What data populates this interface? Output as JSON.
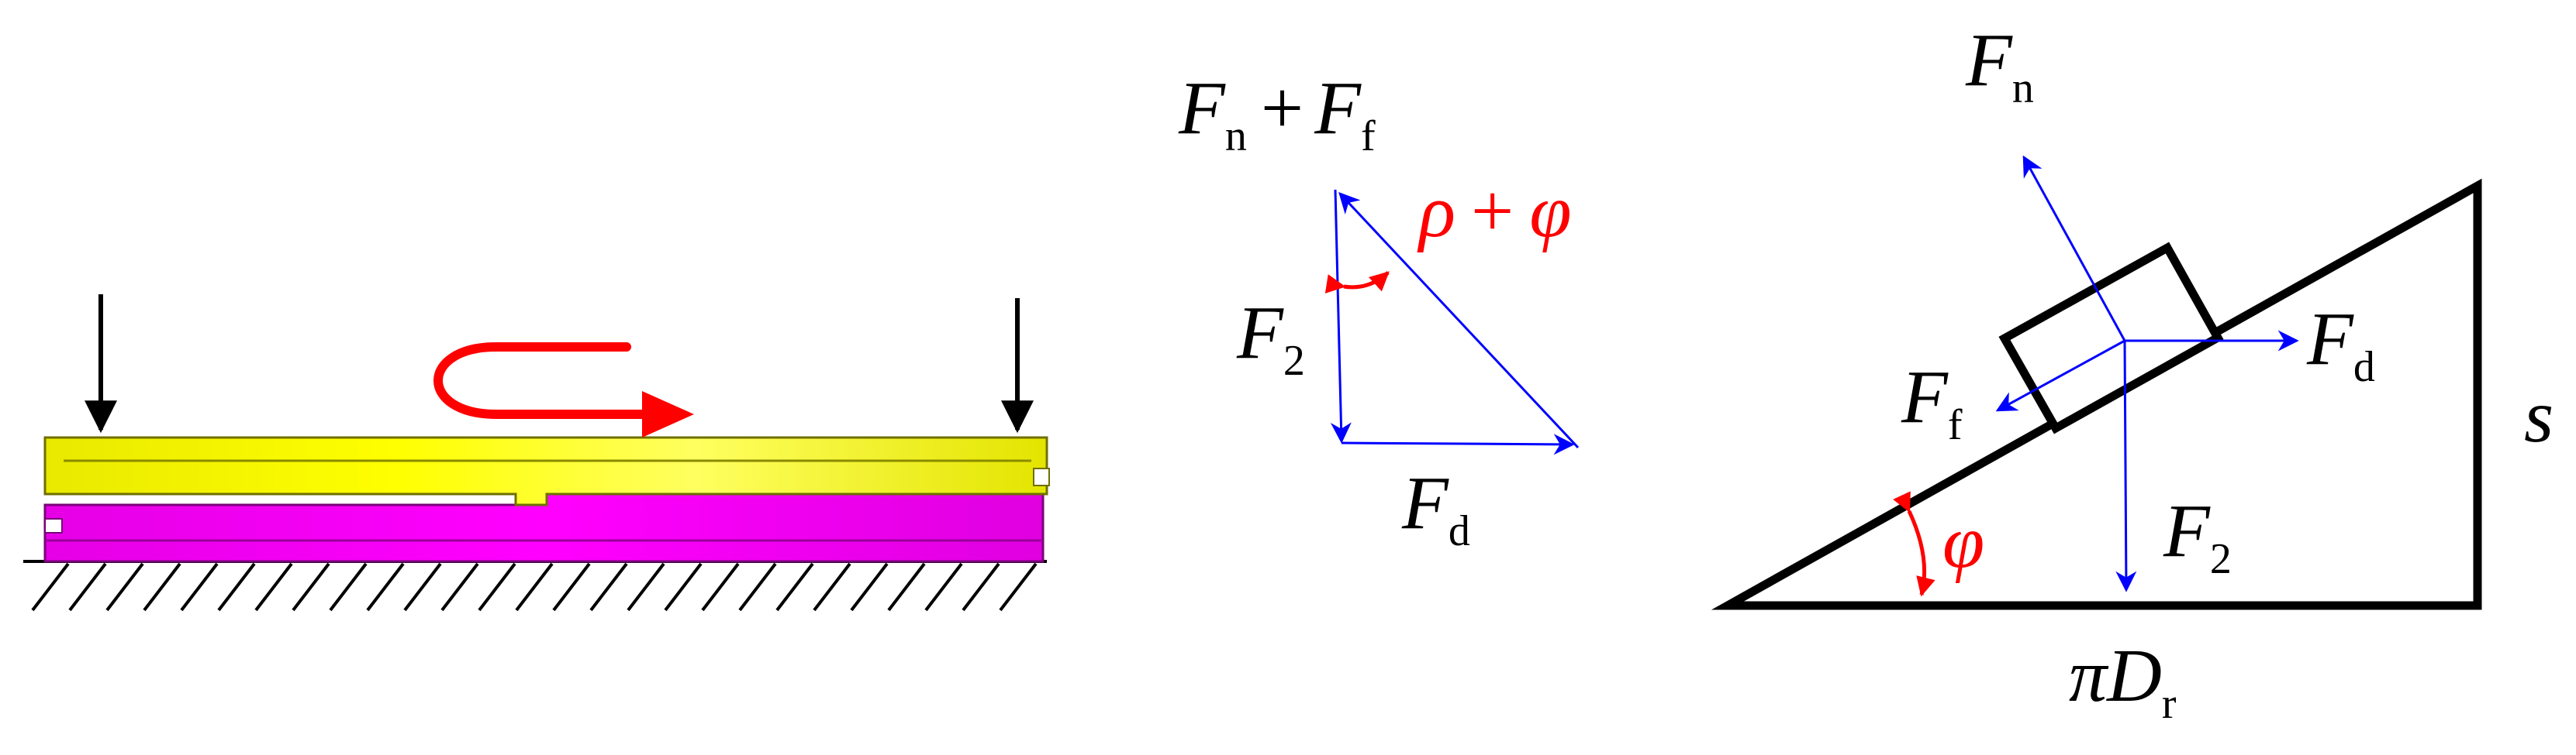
{
  "colors": {
    "top_plate": "#ffff00",
    "top_plate_edge": "#6f6f00",
    "bottom_plate": "#ff00ff",
    "bottom_plate_edge": "#7a007a",
    "force_vector": "#0000ff",
    "rotation_arrow": "#ff0000",
    "angle_label": "#ff0000",
    "outline": "#000000"
  },
  "force_triangle": {
    "hypotenuse_label": {
      "f1": "F",
      "s1": "n",
      "plus": "+",
      "f2": "F",
      "s2": "f"
    },
    "angle_label": {
      "rho": "ρ",
      "plus": "+",
      "phi": "φ"
    },
    "vertical_label": {
      "sym": "F",
      "sub": "2"
    },
    "horizontal_label": {
      "sym": "F",
      "sub": "d"
    }
  },
  "incline": {
    "normal_label": {
      "sym": "F",
      "sub": "n"
    },
    "drive_label": {
      "sym": "F",
      "sub": "d"
    },
    "friction_label": {
      "sym": "F",
      "sub": "f"
    },
    "load_label": {
      "sym": "F",
      "sub": "2"
    },
    "angle_label": "φ",
    "height_label": "s",
    "base_label": {
      "pi": "π",
      "sym": "D",
      "sub": "r"
    }
  }
}
